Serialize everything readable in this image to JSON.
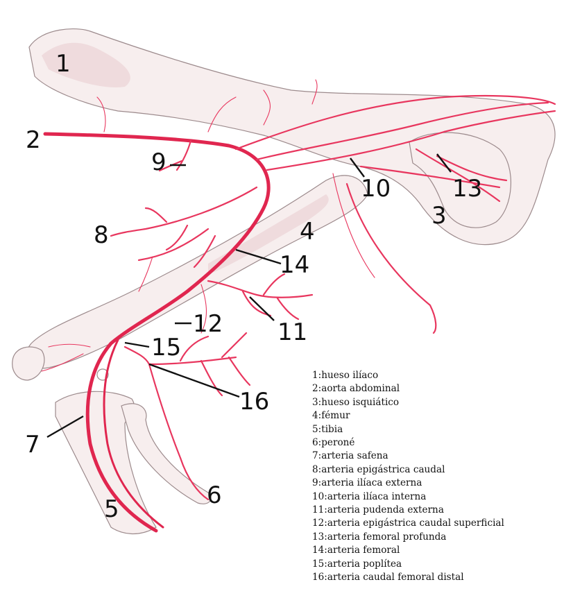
{
  "callouts": [
    "1",
    "2",
    "3",
    "4",
    "5",
    "6",
    "7",
    "8",
    "9",
    "10",
    "11",
    "12",
    "13",
    "14",
    "15",
    "16"
  ],
  "legend": [
    "1:hueso ilíaco",
    "2:aorta abdominal",
    "3:hueso isquiático",
    "4:fémur",
    "5:tibia",
    "6:peroné",
    "7:arteria safena",
    "8:arteria epigástrica caudal",
    "9:arteria ilíaca externa",
    "10:arteria ilíaca interna",
    "11:arteria pudenda externa",
    "12:arteria epigástrica caudal superficial",
    "13:arteria femoral profunda",
    "14:arteria femoral",
    "15:arteria poplítea",
    "16:arteria caudal femoral distal"
  ],
  "colors": {
    "artery": "#e0264f",
    "bone": "#f7eeee",
    "label": "#111111"
  }
}
